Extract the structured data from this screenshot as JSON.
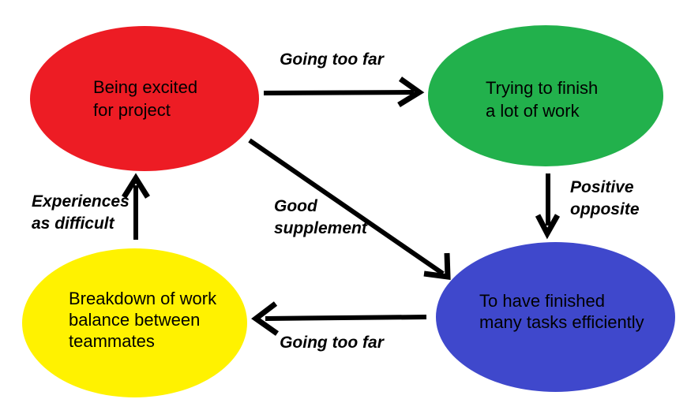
{
  "diagram": {
    "background_color": "#ffffff",
    "arrow_color": "#000000",
    "text_color": "#000000",
    "nodes": [
      {
        "id": "being-excited",
        "color": "#ed1c24",
        "label": "Being excited for project",
        "lines": [
          "Being excited",
          "for project"
        ]
      },
      {
        "id": "trying-to-finish",
        "color": "#22b14c",
        "label": "Trying to finish a lot of work",
        "lines": [
          "Trying to finish",
          "a lot of work"
        ]
      },
      {
        "id": "breakdown-of-work",
        "color": "#fff200",
        "label": "Breakdown of work balance between teammates",
        "lines": [
          "Breakdown of work",
          "balance between",
          "teammates"
        ]
      },
      {
        "id": "finished-tasks",
        "color": "#3f48cc",
        "label": "To have finished many tasks efficiently",
        "lines": [
          "To have finished",
          "many tasks efficiently"
        ]
      }
    ],
    "edges": [
      {
        "from": "being-excited",
        "to": "trying-to-finish",
        "label": "Going too far",
        "lines": [
          "Going too far"
        ]
      },
      {
        "from": "trying-to-finish",
        "to": "finished-tasks",
        "label": "Positive opposite",
        "lines": [
          "Positive",
          "opposite"
        ]
      },
      {
        "from": "being-excited",
        "to": "finished-tasks",
        "label": "Good supplement",
        "lines": [
          "Good",
          "supplement"
        ]
      },
      {
        "from": "finished-tasks",
        "to": "breakdown-of-work",
        "label": "Going too far",
        "lines": [
          "Going too far"
        ]
      },
      {
        "from": "breakdown-of-work",
        "to": "being-excited",
        "label": "Experiences as difficult",
        "lines": [
          "Experiences",
          "as difficult"
        ]
      }
    ]
  }
}
